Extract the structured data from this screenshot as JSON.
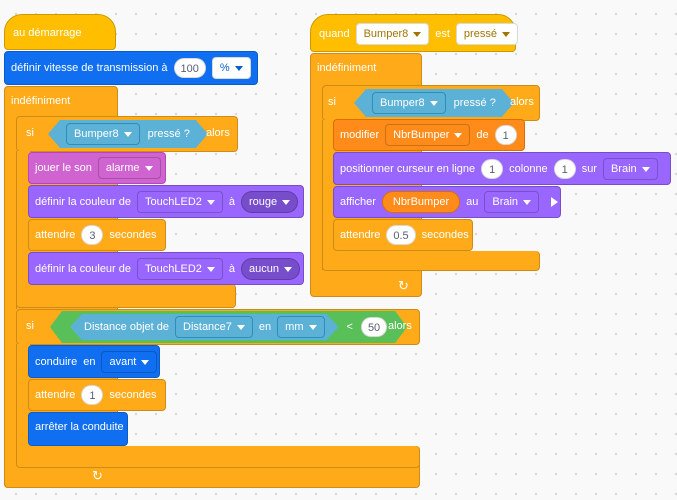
{
  "script1": {
    "hat": "au démarrage",
    "set_speed": {
      "label": "définir vitesse de transmission à",
      "value": "100",
      "unit": "%"
    },
    "forever": "indéfiniment",
    "if1": {
      "si": "si",
      "alors": "alors",
      "sensor": "Bumper8",
      "pressed": "pressé ?",
      "play_sound": {
        "label": "jouer le son",
        "sound": "alarme"
      },
      "set_color_1": {
        "label": "définir la couleur de",
        "device": "TouchLED2",
        "a": "à",
        "color": "rouge"
      },
      "wait": {
        "label": "attendre",
        "value": "3",
        "unit": "secondes"
      },
      "set_color_2": {
        "label": "définir la couleur de",
        "device": "TouchLED2",
        "a": "à",
        "color": "aucun"
      }
    },
    "if2": {
      "si": "si",
      "alors": "alors",
      "distance_label": "Distance objet de",
      "distance_sensor": "Distance7",
      "en": "en",
      "units": "mm",
      "lt": "<",
      "threshold": "50",
      "drive": {
        "label": "conduire",
        "en": "en",
        "direction": "avant"
      },
      "wait": {
        "label": "attendre",
        "value": "1",
        "unit": "secondes"
      },
      "stop": "arrêter la conduite"
    },
    "loop_icon": "↻"
  },
  "script2": {
    "hat": {
      "quand": "quand",
      "sensor": "Bumper8",
      "est": "est",
      "state": "pressé"
    },
    "forever": "indéfiniment",
    "if": {
      "si": "si",
      "alors": "alors",
      "sensor": "Bumper8",
      "pressed": "pressé ?",
      "modify": {
        "label": "modifier",
        "variable": "NbrBumper",
        "de": "de",
        "value": "1"
      },
      "cursor": {
        "label": "positionner curseur en ligne",
        "line": "1",
        "colonne": "colonne",
        "col": "1",
        "sur": "sur",
        "device": "Brain"
      },
      "print": {
        "label": "afficher",
        "variable": "NbrBumper",
        "au": "au",
        "device": "Brain"
      },
      "wait": {
        "label": "attendre",
        "value": "0.5",
        "unit": "secondes"
      }
    },
    "loop_icon": "↻"
  },
  "colors": {
    "control": "#ffab19",
    "events": "#ffbf00",
    "motion": "#0f6ff0",
    "looks": "#9966ff",
    "sound": "#cf63cf",
    "variables": "#ff8c1a",
    "sensing": "#5cb1d6",
    "operators": "#59c059"
  }
}
